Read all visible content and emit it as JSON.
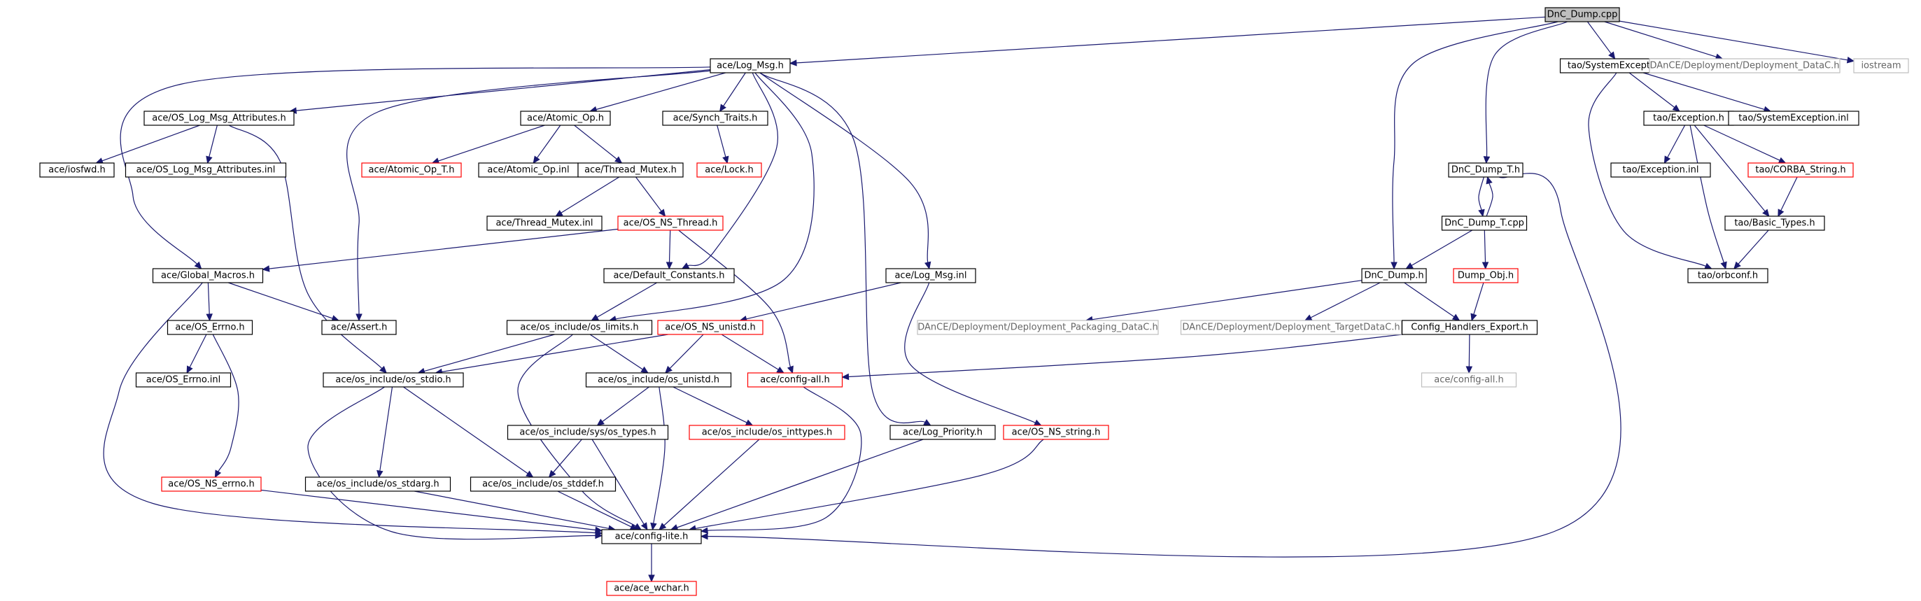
{
  "colors": {
    "edge": "#191970",
    "root_fill": "#bfbfbf",
    "node_border": "#000000",
    "missing_border": "#ff0000",
    "external_border": "#bfbfbf",
    "external_text": "#666666"
  },
  "nodes": [
    {
      "id": "dnc_dump_cpp",
      "label": "DnC_Dump.cpp",
      "style": "root"
    },
    {
      "id": "log_msg_h",
      "label": "ace/Log_Msg.h",
      "style": "normal"
    },
    {
      "id": "systemexception_h",
      "label": "tao/SystemException.h",
      "style": "normal"
    },
    {
      "id": "deployment_datac_h",
      "label": "DAnCE/Deployment/Deployment_DataC.h",
      "style": "external"
    },
    {
      "id": "iostream",
      "label": "iostream",
      "style": "external"
    },
    {
      "id": "os_log_msg_attributes_h",
      "label": "ace/OS_Log_Msg_Attributes.h",
      "style": "normal"
    },
    {
      "id": "atomic_op_h",
      "label": "ace/Atomic_Op.h",
      "style": "normal"
    },
    {
      "id": "synch_traits_h",
      "label": "ace/Synch_Traits.h",
      "style": "normal"
    },
    {
      "id": "exception_h",
      "label": "tao/Exception.h",
      "style": "normal"
    },
    {
      "id": "systemexception_inl",
      "label": "tao/SystemException.inl",
      "style": "normal"
    },
    {
      "id": "iosfwd_h",
      "label": "ace/iosfwd.h",
      "style": "normal"
    },
    {
      "id": "os_log_msg_attributes_inl",
      "label": "ace/OS_Log_Msg_Attributes.inl",
      "style": "normal"
    },
    {
      "id": "atomic_op_t_h",
      "label": "ace/Atomic_Op_T.h",
      "style": "missing"
    },
    {
      "id": "atomic_op_inl",
      "label": "ace/Atomic_Op.inl",
      "style": "normal"
    },
    {
      "id": "thread_mutex_h",
      "label": "ace/Thread_Mutex.h",
      "style": "normal"
    },
    {
      "id": "lock_h",
      "label": "ace/Lock.h",
      "style": "missing"
    },
    {
      "id": "dnc_dump_t_h",
      "label": "DnC_Dump_T.h",
      "style": "normal"
    },
    {
      "id": "exception_inl",
      "label": "tao/Exception.inl",
      "style": "normal"
    },
    {
      "id": "corba_string_h",
      "label": "tao/CORBA_String.h",
      "style": "missing"
    },
    {
      "id": "thread_mutex_inl",
      "label": "ace/Thread_Mutex.inl",
      "style": "normal"
    },
    {
      "id": "os_ns_thread_h",
      "label": "ace/OS_NS_Thread.h",
      "style": "missing"
    },
    {
      "id": "dnc_dump_t_cpp",
      "label": "DnC_Dump_T.cpp",
      "style": "normal"
    },
    {
      "id": "basic_types_h",
      "label": "tao/Basic_Types.h",
      "style": "normal"
    },
    {
      "id": "global_macros_h",
      "label": "ace/Global_Macros.h",
      "style": "normal"
    },
    {
      "id": "default_constants_h",
      "label": "ace/Default_Constants.h",
      "style": "normal"
    },
    {
      "id": "log_msg_inl",
      "label": "ace/Log_Msg.inl",
      "style": "normal"
    },
    {
      "id": "dnc_dump_h",
      "label": "DnC_Dump.h",
      "style": "normal"
    },
    {
      "id": "dump_obj_h",
      "label": "Dump_Obj.h",
      "style": "missing"
    },
    {
      "id": "orbconf_h",
      "label": "tao/orbconf.h",
      "style": "normal"
    },
    {
      "id": "os_errno_h",
      "label": "ace/OS_Errno.h",
      "style": "normal"
    },
    {
      "id": "assert_h",
      "label": "ace/Assert.h",
      "style": "normal"
    },
    {
      "id": "os_limits_h",
      "label": "ace/os_include/os_limits.h",
      "style": "normal"
    },
    {
      "id": "os_ns_unistd_h",
      "label": "ace/OS_NS_unistd.h",
      "style": "missing"
    },
    {
      "id": "deployment_packaging_datac_h",
      "label": "DAnCE/Deployment/Deployment_Packaging_DataC.h",
      "style": "external"
    },
    {
      "id": "deployment_targetdatac_h",
      "label": "DAnCE/Deployment/Deployment_TargetDataC.h",
      "style": "external"
    },
    {
      "id": "config_handlers_export_h",
      "label": "Config_Handlers_Export.h",
      "style": "normal"
    },
    {
      "id": "os_errno_inl",
      "label": "ace/OS_Errno.inl",
      "style": "normal"
    },
    {
      "id": "os_stdio_h",
      "label": "ace/os_include/os_stdio.h",
      "style": "normal"
    },
    {
      "id": "os_unistd_h",
      "label": "ace/os_include/os_unistd.h",
      "style": "normal"
    },
    {
      "id": "config_all_h",
      "label": "ace/config-all.h",
      "style": "missing"
    },
    {
      "id": "config_all_h_ext",
      "label": "ace/config-all.h",
      "style": "external"
    },
    {
      "id": "os_types_h",
      "label": "ace/os_include/sys/os_types.h",
      "style": "normal"
    },
    {
      "id": "os_inttypes_h",
      "label": "ace/os_include/os_inttypes.h",
      "style": "missing"
    },
    {
      "id": "log_priority_h",
      "label": "ace/Log_Priority.h",
      "style": "normal"
    },
    {
      "id": "os_ns_string_h",
      "label": "ace/OS_NS_string.h",
      "style": "missing"
    },
    {
      "id": "os_ns_errno_h",
      "label": "ace/OS_NS_errno.h",
      "style": "missing"
    },
    {
      "id": "os_stdarg_h",
      "label": "ace/os_include/os_stdarg.h",
      "style": "normal"
    },
    {
      "id": "os_stddef_h",
      "label": "ace/os_include/os_stddef.h",
      "style": "normal"
    },
    {
      "id": "config_lite_h",
      "label": "ace/config-lite.h",
      "style": "normal"
    },
    {
      "id": "ace_wchar_h",
      "label": "ace/ace_wchar.h",
      "style": "missing"
    }
  ],
  "edges": [
    [
      "dnc_dump_cpp",
      "log_msg_h"
    ],
    [
      "dnc_dump_cpp",
      "systemexception_h"
    ],
    [
      "dnc_dump_cpp",
      "deployment_datac_h"
    ],
    [
      "dnc_dump_cpp",
      "iostream"
    ],
    [
      "dnc_dump_cpp",
      "dnc_dump_t_h"
    ],
    [
      "dnc_dump_cpp",
      "dnc_dump_h"
    ],
    [
      "log_msg_h",
      "os_log_msg_attributes_h"
    ],
    [
      "log_msg_h",
      "atomic_op_h"
    ],
    [
      "log_msg_h",
      "synch_traits_h"
    ],
    [
      "log_msg_h",
      "global_macros_h"
    ],
    [
      "log_msg_h",
      "assert_h"
    ],
    [
      "log_msg_h",
      "default_constants_h"
    ],
    [
      "log_msg_h",
      "os_limits_h"
    ],
    [
      "log_msg_h",
      "log_msg_inl"
    ],
    [
      "log_msg_h",
      "log_priority_h"
    ],
    [
      "os_log_msg_attributes_h",
      "iosfwd_h"
    ],
    [
      "os_log_msg_attributes_h",
      "os_log_msg_attributes_inl"
    ],
    [
      "os_log_msg_attributes_h",
      "os_stdio_h"
    ],
    [
      "atomic_op_h",
      "atomic_op_t_h"
    ],
    [
      "atomic_op_h",
      "atomic_op_inl"
    ],
    [
      "atomic_op_h",
      "thread_mutex_h"
    ],
    [
      "synch_traits_h",
      "lock_h"
    ],
    [
      "thread_mutex_h",
      "thread_mutex_inl"
    ],
    [
      "thread_mutex_h",
      "os_ns_thread_h"
    ],
    [
      "os_ns_thread_h",
      "global_macros_h"
    ],
    [
      "os_ns_thread_h",
      "default_constants_h"
    ],
    [
      "os_ns_thread_h",
      "config_all_h"
    ],
    [
      "global_macros_h",
      "os_errno_h"
    ],
    [
      "global_macros_h",
      "assert_h"
    ],
    [
      "global_macros_h",
      "config_lite_h"
    ],
    [
      "default_constants_h",
      "os_limits_h"
    ],
    [
      "log_msg_inl",
      "os_ns_unistd_h"
    ],
    [
      "log_msg_inl",
      "os_ns_string_h"
    ],
    [
      "os_errno_h",
      "os_errno_inl"
    ],
    [
      "os_errno_h",
      "os_ns_errno_h"
    ],
    [
      "os_limits_h",
      "os_stdio_h"
    ],
    [
      "os_limits_h",
      "os_unistd_h"
    ],
    [
      "os_limits_h",
      "config_lite_h"
    ],
    [
      "os_ns_unistd_h",
      "os_stdio_h"
    ],
    [
      "os_ns_unistd_h",
      "os_unistd_h"
    ],
    [
      "os_ns_unistd_h",
      "config_all_h"
    ],
    [
      "os_stdio_h",
      "os_stdarg_h"
    ],
    [
      "os_stdio_h",
      "os_stddef_h"
    ],
    [
      "os_stdio_h",
      "config_lite_h"
    ],
    [
      "os_unistd_h",
      "os_types_h"
    ],
    [
      "os_unistd_h",
      "os_inttypes_h"
    ],
    [
      "os_unistd_h",
      "config_lite_h"
    ],
    [
      "os_types_h",
      "os_stddef_h"
    ],
    [
      "os_types_h",
      "config_lite_h"
    ],
    [
      "os_inttypes_h",
      "config_lite_h"
    ],
    [
      "log_priority_h",
      "config_lite_h"
    ],
    [
      "os_ns_string_h",
      "config_lite_h"
    ],
    [
      "os_ns_errno_h",
      "config_lite_h"
    ],
    [
      "os_stddef_h",
      "config_lite_h"
    ],
    [
      "os_stdarg_h",
      "config_lite_h"
    ],
    [
      "config_all_h",
      "config_lite_h"
    ],
    [
      "config_lite_h",
      "ace_wchar_h"
    ],
    [
      "systemexception_h",
      "exception_h"
    ],
    [
      "systemexception_h",
      "systemexception_inl"
    ],
    [
      "systemexception_h",
      "orbconf_h"
    ],
    [
      "exception_h",
      "exception_inl"
    ],
    [
      "exception_h",
      "corba_string_h"
    ],
    [
      "exception_h",
      "basic_types_h"
    ],
    [
      "exception_h",
      "orbconf_h"
    ],
    [
      "corba_string_h",
      "basic_types_h"
    ],
    [
      "basic_types_h",
      "orbconf_h"
    ],
    [
      "dnc_dump_t_h",
      "dnc_dump_t_cpp"
    ],
    [
      "dnc_dump_t_h",
      "config_lite_h"
    ],
    [
      "dnc_dump_t_cpp",
      "dnc_dump_t_h"
    ],
    [
      "dnc_dump_t_cpp",
      "dnc_dump_h"
    ],
    [
      "dnc_dump_t_cpp",
      "dump_obj_h"
    ],
    [
      "dnc_dump_h",
      "deployment_packaging_datac_h"
    ],
    [
      "dnc_dump_h",
      "deployment_targetdatac_h"
    ],
    [
      "dnc_dump_h",
      "config_handlers_export_h"
    ],
    [
      "dump_obj_h",
      "config_handlers_export_h"
    ],
    [
      "config_handlers_export_h",
      "config_all_h"
    ],
    [
      "config_handlers_export_h",
      "config_all_h_ext"
    ]
  ]
}
